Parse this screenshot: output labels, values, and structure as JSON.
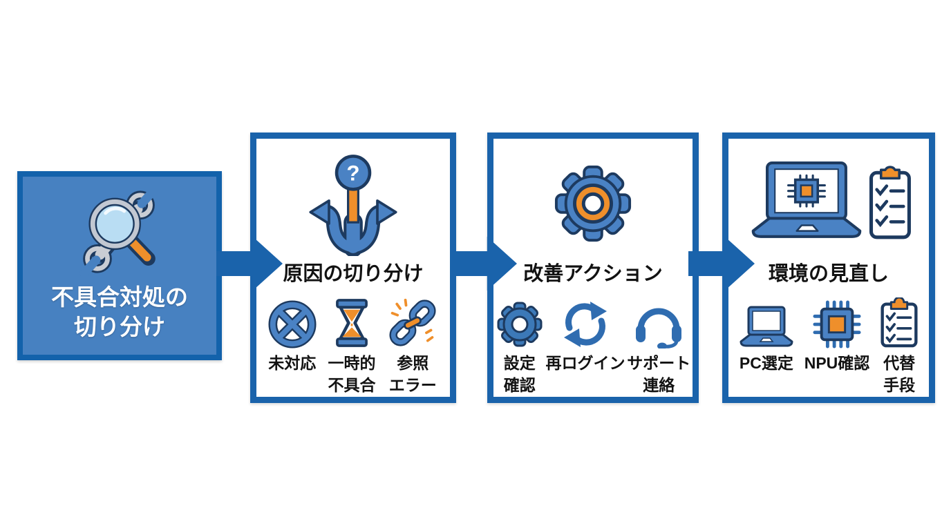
{
  "colors": {
    "background": "#ffffff",
    "primary_blue": "#1a63ab",
    "start_box_fill": "#4781c1",
    "start_box_border": "#1362ab",
    "icon_blue": "#4a82c4",
    "icon_blue_plain": "#2f6cb0",
    "outline_navy": "#1d3a5f",
    "accent_orange": "#ef8f2b",
    "text_dark": "#121212",
    "text_light": "#ffffff"
  },
  "start": {
    "title": "不具合対処の\n切り分け",
    "icon": "magnifier-wrench-icon"
  },
  "steps": [
    {
      "title": "原因の切り分け",
      "icon": "branch-decision-icon",
      "items": [
        {
          "label": "未対応",
          "icon": "blocked-circle-icon"
        },
        {
          "label": "一時的\n不具合",
          "icon": "hourglass-icon"
        },
        {
          "label": "参照\nエラー",
          "icon": "broken-link-icon"
        }
      ]
    },
    {
      "title": "改善アクション",
      "icon": "gear-icon",
      "items": [
        {
          "label": "設定\n確認",
          "icon": "settings-gear-icon"
        },
        {
          "label": "再ログイン",
          "icon": "refresh-icon"
        },
        {
          "label": "サポート\n連絡",
          "icon": "headset-icon"
        }
      ]
    },
    {
      "title": "環境の見直し",
      "icon": "laptop-chip-clipboard-icon",
      "items": [
        {
          "label": "PC選定",
          "icon": "laptop-icon"
        },
        {
          "label": "NPU確認",
          "icon": "npu-chip-icon"
        },
        {
          "label": "代替\n手段",
          "icon": "clipboard-checklist-icon"
        }
      ]
    }
  ]
}
